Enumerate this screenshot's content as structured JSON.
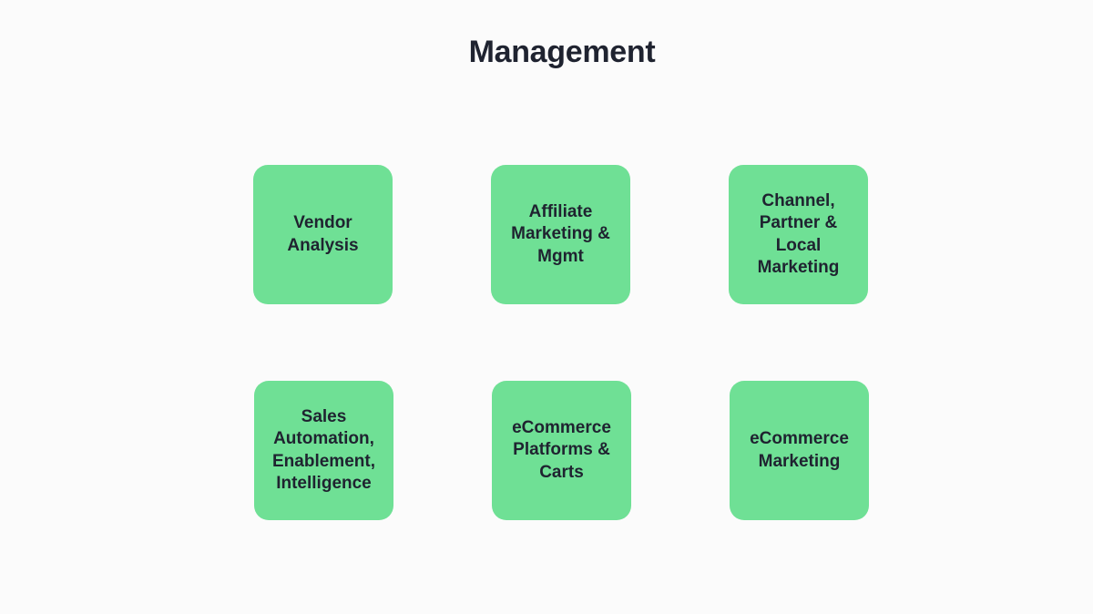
{
  "title": "Management",
  "colors": {
    "background": "#fbfbfb",
    "tile": "#6fe095",
    "text": "#1f2330"
  },
  "tiles": [
    {
      "label": "Vendor\nAnalysis"
    },
    {
      "label": "Affiliate\nMarketing &\nMgmt"
    },
    {
      "label": "Channel,\nPartner &\nLocal\nMarketing"
    },
    {
      "label": "Sales\nAutomation,\nEnablement,\nIntelligence"
    },
    {
      "label": "eCommerce\nPlatforms &\nCarts"
    },
    {
      "label": "eCommerce\nMarketing"
    }
  ]
}
